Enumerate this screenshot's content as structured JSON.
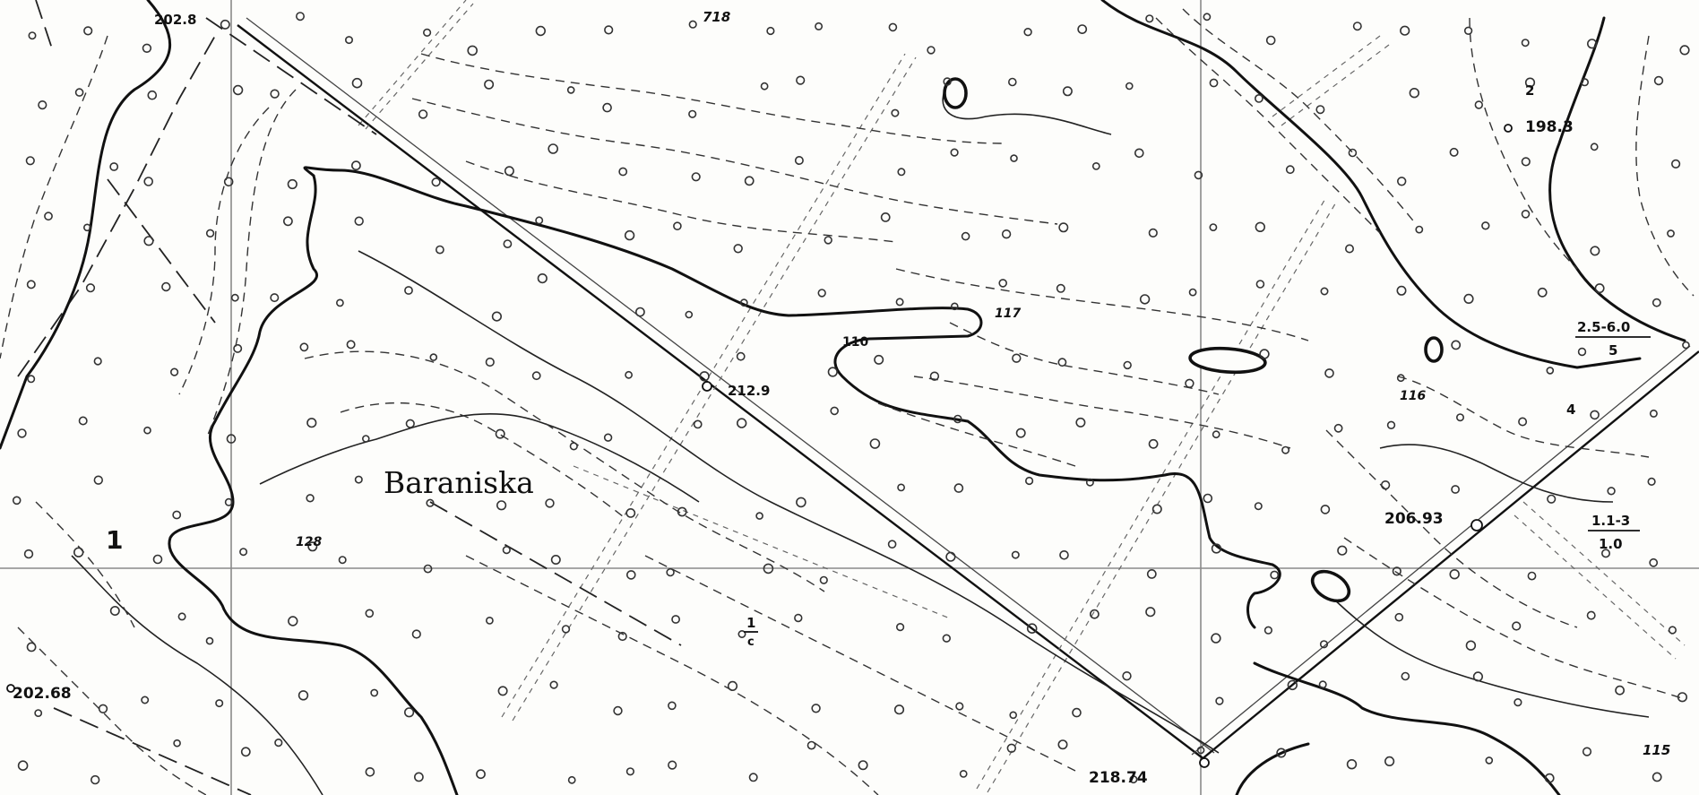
{
  "map": {
    "place_name": "Baraniska",
    "spot_heights": [
      {
        "id": "h-202-8",
        "value": "202.8"
      },
      {
        "id": "h-718",
        "value": "718"
      },
      {
        "id": "h-198-3",
        "value": "198.3"
      },
      {
        "id": "h-117",
        "value": "117"
      },
      {
        "id": "h-110",
        "value": "110"
      },
      {
        "id": "h-212-9",
        "value": "212.9"
      },
      {
        "id": "h-116",
        "value": "116"
      },
      {
        "id": "h-128",
        "value": "128"
      },
      {
        "id": "h-206-93",
        "value": "206.93"
      },
      {
        "id": "h-202-68",
        "value": "202.68"
      },
      {
        "id": "h-218-74",
        "value": "218.74"
      },
      {
        "id": "h-115",
        "value": "115"
      }
    ],
    "stand_numbers": [
      {
        "id": "stand-1",
        "value": "1"
      },
      {
        "id": "stand-2",
        "value": "2"
      },
      {
        "id": "stand-4",
        "value": "4"
      }
    ],
    "fractions": [
      {
        "id": "frac-2-5",
        "numerator": "2.5-6.0",
        "denominator": "5"
      },
      {
        "id": "frac-1-3",
        "numerator": "1.1-3",
        "denominator": "1.0"
      },
      {
        "id": "frac-1-c",
        "numerator": "1",
        "denominator": "c"
      }
    ],
    "colors": {
      "ink": "#111111",
      "paper": "#fdfdfb",
      "grid": "#8a8a8a"
    }
  }
}
